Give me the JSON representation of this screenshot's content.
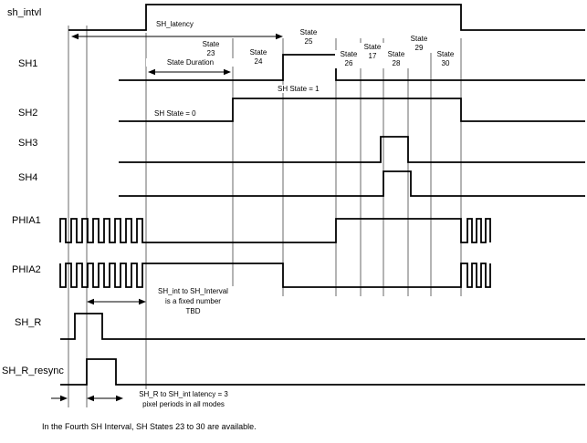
{
  "signals": {
    "sh_intvl": "sh_intvl",
    "sh1": "SH1",
    "sh2": "SH2",
    "sh3": "SH3",
    "sh4": "SH4",
    "phia1": "PHIA1",
    "phia2": "PHIA2",
    "sh_r": "SH_R",
    "sh_r_resync": "SH_R_resync"
  },
  "states": [
    {
      "word": "State",
      "num": "23"
    },
    {
      "word": "State",
      "num": "24"
    },
    {
      "word": "State",
      "num": "25"
    },
    {
      "word": "State",
      "num": "26"
    },
    {
      "word": "State",
      "num": "17"
    },
    {
      "word": "State",
      "num": "28"
    },
    {
      "word": "State",
      "num": "29"
    },
    {
      "word": "State",
      "num": "30"
    }
  ],
  "annotations": {
    "sh_latency": "SH_latency",
    "state_duration": "State Duration",
    "sh_state_0": "SH State = 0",
    "sh_state_1": "SH State = 1",
    "fixed_interval_line1": "SH_int to SH_Interval",
    "fixed_interval_line2": "is a fixed number",
    "fixed_interval_line3": "TBD",
    "resync_latency_line1": "SH_R to SH_int latency = 3",
    "resync_latency_line2": "pixel periods in all modes"
  },
  "caption": "In the Fourth SH Interval, SH States 23 to 30 are available."
}
